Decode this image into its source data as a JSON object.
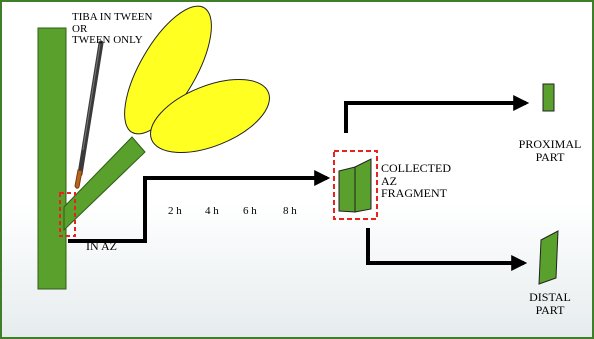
{
  "treatment": {
    "line1": "TIBA IN TWEEN",
    "line2": "OR",
    "line3": "TWEEN ONLY"
  },
  "application_site": "IN  AZ",
  "timepoints": [
    "2 h",
    "4 h",
    "6 h",
    "8 h"
  ],
  "collected": {
    "line1": "COLLECTED",
    "line2": "AZ",
    "line3": "FRAGMENT"
  },
  "proximal": {
    "line1": "PROXIMAL",
    "line2": "PART"
  },
  "distal": {
    "line1": "DISTAL",
    "line2": "PART"
  },
  "colors": {
    "stem_green": "#5aa02c",
    "leaf_yellow": "#ffff22",
    "highlight_red": "#e8231e",
    "frame_green": "#3f7f2a",
    "arrow_black": "#000000"
  }
}
